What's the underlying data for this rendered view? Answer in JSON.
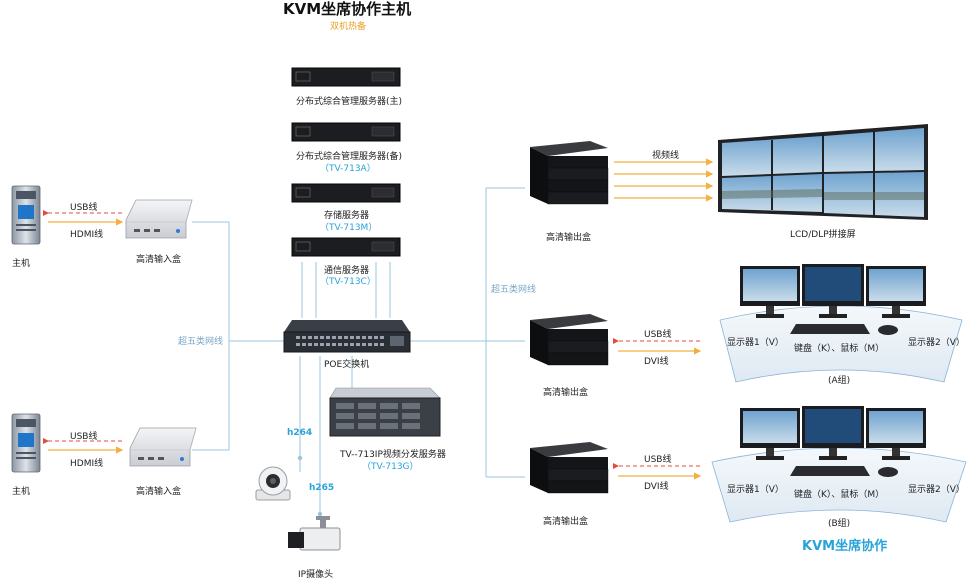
{
  "header": {
    "title": "KVM坐席协作主机",
    "subtitle": "双机热备"
  },
  "servers": [
    {
      "name": "分布式综合管理服务器(主)",
      "model": ""
    },
    {
      "name": "分布式综合管理服务器(备)",
      "model": "（TV-713A）"
    },
    {
      "name": "存储服务器",
      "model": "（TV-713M）"
    },
    {
      "name": "通信服务器",
      "model": "（TV-713C）"
    }
  ],
  "left_side": {
    "top": {
      "host": "主机",
      "usb": "USB线",
      "hdmi": "HDMI线",
      "box": "高清输入盒"
    },
    "bottom": {
      "host": "主机",
      "usb": "USB线",
      "hdmi": "HDMI线",
      "box": "高清输入盒"
    },
    "network_label": "超五类网线"
  },
  "switch": {
    "label": "POE交换机"
  },
  "video_server": {
    "name": "TV--713IP视频分发服务器",
    "model": "（TV-713G）"
  },
  "cameras": {
    "h264": "h264",
    "h265": "h265",
    "label": "IP摄像头"
  },
  "right_side": {
    "network_label": "超五类网线",
    "out_top": {
      "box": "高清输出盒",
      "cable": "视频线",
      "screen": "LCD/DLP拼接屏"
    },
    "group_a": {
      "box": "高清输出盒",
      "usb": "USB线",
      "dvi": "DVI线",
      "mon1": "显示器1（V）",
      "mon2": "显示器2（V）",
      "km": "键盘（K）、鼠标（M）",
      "group": "(A组)"
    },
    "group_b": {
      "box": "高清输出盒",
      "usb": "USB线",
      "dvi": "DVI线",
      "mon1": "显示器1（V）",
      "mon2": "显示器2（V）",
      "km": "键盘（K）、鼠标（M）",
      "group": "(B组)"
    },
    "footer": "KVM坐席协作"
  },
  "colors": {
    "accent": "#29a3d8",
    "line": "#9cc3dd",
    "arrow_red": "#e64a3c",
    "arrow_orange": "#f2b040"
  }
}
